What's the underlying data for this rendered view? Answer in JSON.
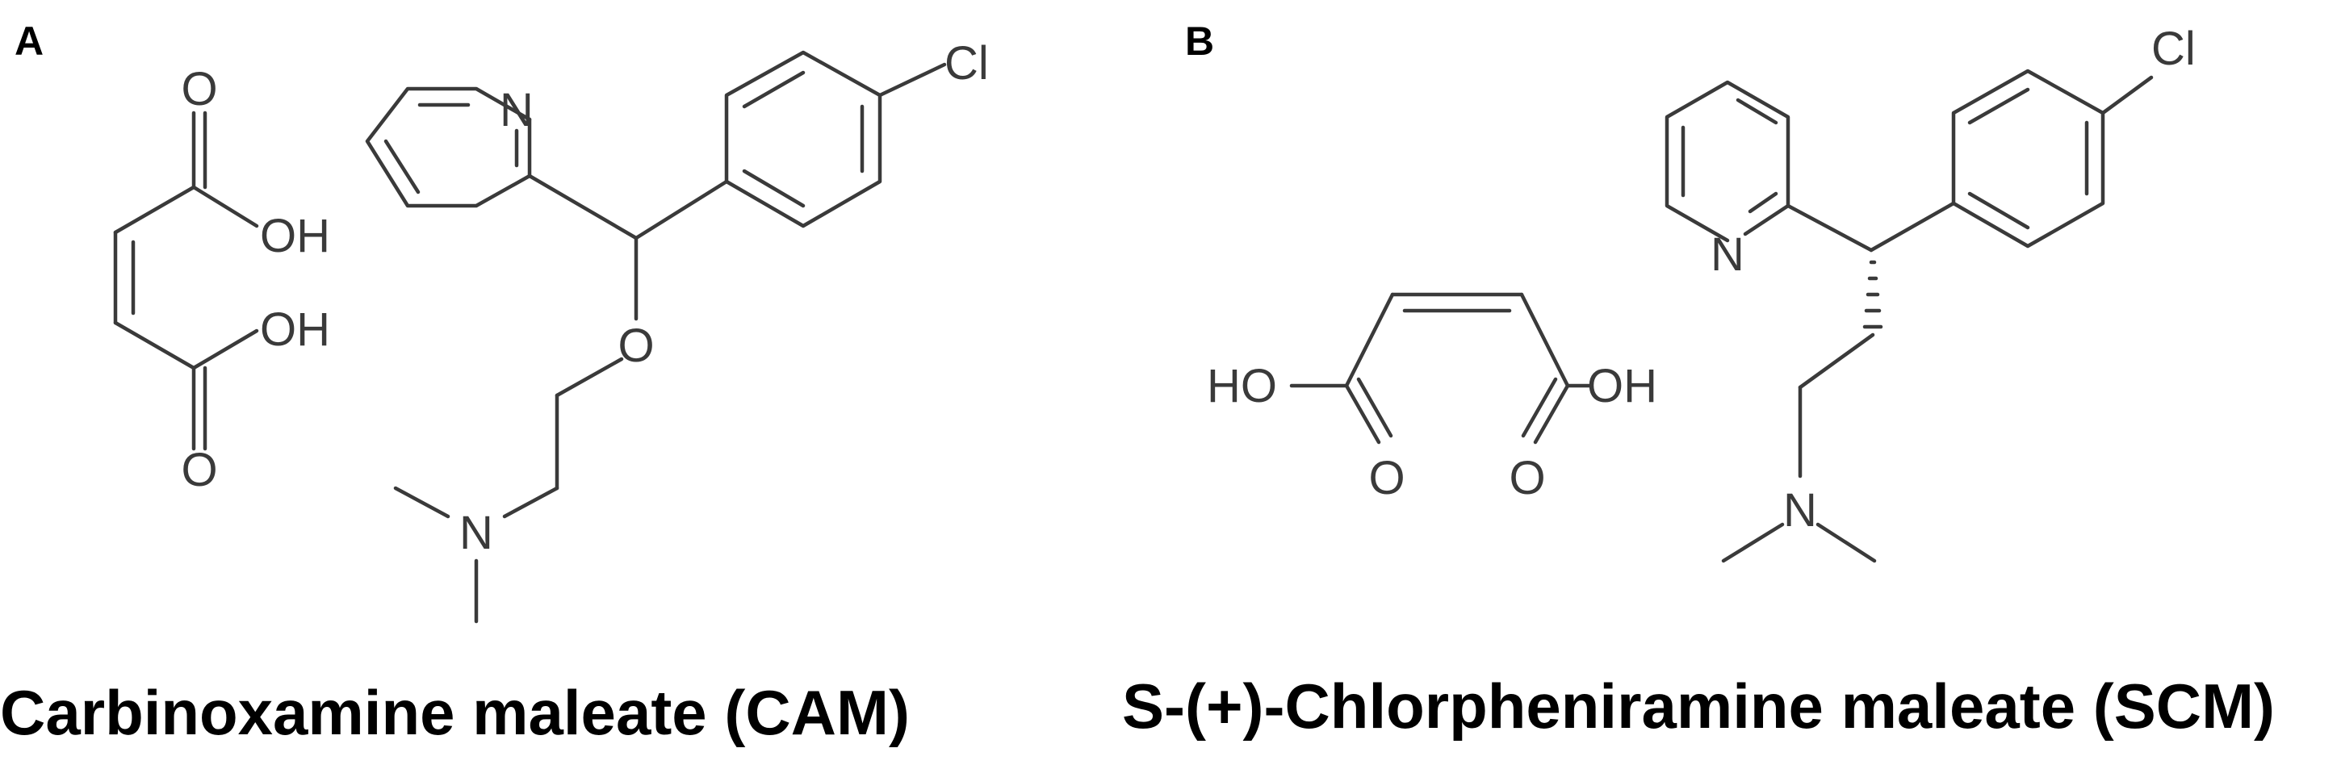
{
  "panels": [
    {
      "letter": "A",
      "caption": "Carbinoxamine maleate (CAM)",
      "acid_atoms": {
        "o_top": "O",
        "oh_upper": "OH",
        "oh_lower": "OH",
        "o_bottom": "O"
      },
      "drug_atoms": {
        "n_ring": "N",
        "cl": "Cl",
        "o_ether": "O",
        "n_amine": "N"
      }
    },
    {
      "letter": "B",
      "caption": "S-(+)-Chlorpheniramine maleate (SCM)",
      "acid_atoms": {
        "ho_left": "HO",
        "oh_right": "OH",
        "o_left": "O",
        "o_right": "O"
      },
      "drug_atoms": {
        "n_ring": "N",
        "cl": "Cl",
        "n_amine": "N"
      }
    }
  ]
}
